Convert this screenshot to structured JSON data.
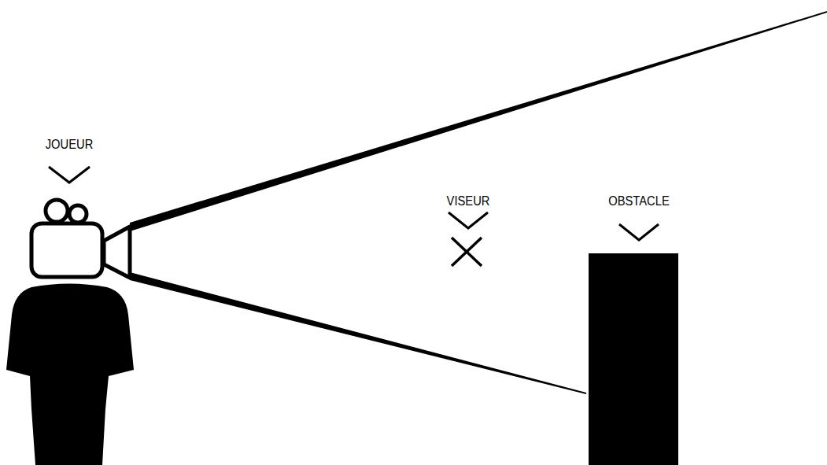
{
  "diagram": {
    "labels": [
      "JOUEUR",
      "VISEUR",
      "OBSTACLE"
    ]
  }
}
